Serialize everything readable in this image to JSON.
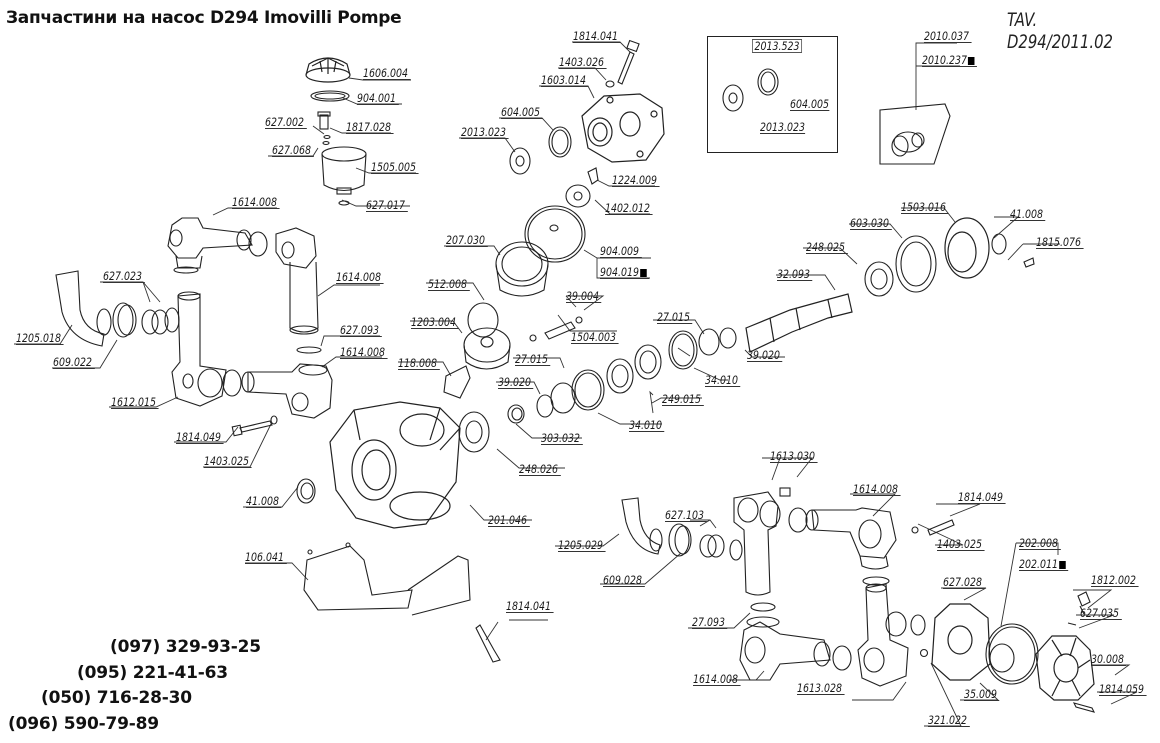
{
  "header": {
    "title": "Запчастини на насос D294 Imovilli Pompe",
    "table_ref": "TAV. D294/2011.02"
  },
  "contacts": {
    "phones": [
      "(097) 329-93-25",
      "(095) 221-41-63",
      "(050) 716-28-30",
      "(096) 590-79-89"
    ]
  },
  "kit_box": {
    "title": "2013.523",
    "parts": [
      "604.005",
      "2013.023"
    ]
  },
  "parts": [
    {
      "id": "p1606-004",
      "code": "1606.004"
    },
    {
      "id": "p904-001",
      "code": "904.001"
    },
    {
      "id": "p627-002",
      "code": "627.002"
    },
    {
      "id": "p1817-028",
      "code": "1817.028"
    },
    {
      "id": "p627-068",
      "code": "627.068"
    },
    {
      "id": "p1505-005",
      "code": "1505.005"
    },
    {
      "id": "p627-017",
      "code": "627.017"
    },
    {
      "id": "p1614-008-a",
      "code": "1614.008"
    },
    {
      "id": "p1614-008-b",
      "code": "1614.008"
    },
    {
      "id": "p627-023",
      "code": "627.023"
    },
    {
      "id": "p1205-018",
      "code": "1205.018"
    },
    {
      "id": "p609-022",
      "code": "609.022"
    },
    {
      "id": "p627-093",
      "code": "627.093"
    },
    {
      "id": "p1614-008-c",
      "code": "1614.008"
    },
    {
      "id": "p1612-015",
      "code": "1612.015"
    },
    {
      "id": "p1814-049-a",
      "code": "1814.049"
    },
    {
      "id": "p1403-025-a",
      "code": "1403.025"
    },
    {
      "id": "p41-008-a",
      "code": "41.008"
    },
    {
      "id": "p106-041",
      "code": "106.041"
    },
    {
      "id": "p1814-041-a",
      "code": "1814.041"
    },
    {
      "id": "p1814-041-b",
      "code": "1814.041"
    },
    {
      "id": "p1403-026",
      "code": "1403.026"
    },
    {
      "id": "p1603-014",
      "code": "1603.014"
    },
    {
      "id": "p604-005",
      "code": "604.005"
    },
    {
      "id": "p2013-023",
      "code": "2013.023"
    },
    {
      "id": "p1224-009",
      "code": "1224.009"
    },
    {
      "id": "p1402-012",
      "code": "1402.012"
    },
    {
      "id": "p904-009",
      "code": "904.009"
    },
    {
      "id": "p904-019",
      "code": "904.019",
      "marked": true
    },
    {
      "id": "p207-030",
      "code": "207.030"
    },
    {
      "id": "p512-008",
      "code": "512.008"
    },
    {
      "id": "p39-004",
      "code": "39.004"
    },
    {
      "id": "p1504-003",
      "code": "1504.003"
    },
    {
      "id": "p1203-004",
      "code": "1203.004"
    },
    {
      "id": "p118-008",
      "code": "118.008"
    },
    {
      "id": "p27-015-a",
      "code": "27.015"
    },
    {
      "id": "p39-020-a",
      "code": "39.020"
    },
    {
      "id": "p303-032",
      "code": "303.032"
    },
    {
      "id": "p34-010-a",
      "code": "34.010"
    },
    {
      "id": "p249-015",
      "code": "249.015"
    },
    {
      "id": "p27-015-b",
      "code": "27.015"
    },
    {
      "id": "p34-010-b",
      "code": "34.010"
    },
    {
      "id": "p39-020-b",
      "code": "39.020"
    },
    {
      "id": "p248-026",
      "code": "248.026"
    },
    {
      "id": "p201-046",
      "code": "201.046"
    },
    {
      "id": "p32-093",
      "code": "32.093"
    },
    {
      "id": "p248-025",
      "code": "248.025"
    },
    {
      "id": "p603-030",
      "code": "603.030"
    },
    {
      "id": "p1503-016",
      "code": "1503.016"
    },
    {
      "id": "p41-008-b",
      "code": "41.008"
    },
    {
      "id": "p1815-076",
      "code": "1815.076"
    },
    {
      "id": "p2010-037",
      "code": "2010.037"
    },
    {
      "id": "p2010-237",
      "code": "2010.237",
      "marked": true
    },
    {
      "id": "p1613-030",
      "code": "1613.030"
    },
    {
      "id": "p1614-008-d",
      "code": "1614.008"
    },
    {
      "id": "p627-103",
      "code": "627.103"
    },
    {
      "id": "p1205-029",
      "code": "1205.029"
    },
    {
      "id": "p609-028",
      "code": "609.028"
    },
    {
      "id": "p27-093",
      "code": "27.093"
    },
    {
      "id": "p1614-008-e",
      "code": "1614.008"
    },
    {
      "id": "p1613-028",
      "code": "1613.028"
    },
    {
      "id": "p1814-049-b",
      "code": "1814.049"
    },
    {
      "id": "p1403-025-b",
      "code": "1403.025"
    },
    {
      "id": "p627-028",
      "code": "627.028"
    },
    {
      "id": "p202-008",
      "code": "202.008"
    },
    {
      "id": "p202-011",
      "code": "202.011",
      "marked": true
    },
    {
      "id": "p1812-002",
      "code": "1812.002"
    },
    {
      "id": "p627-035",
      "code": "627.035"
    },
    {
      "id": "p30-008",
      "code": "30.008"
    },
    {
      "id": "p35-009",
      "code": "35.009"
    },
    {
      "id": "p321-022",
      "code": "321.022"
    },
    {
      "id": "p1814-059",
      "code": "1814.059"
    }
  ]
}
